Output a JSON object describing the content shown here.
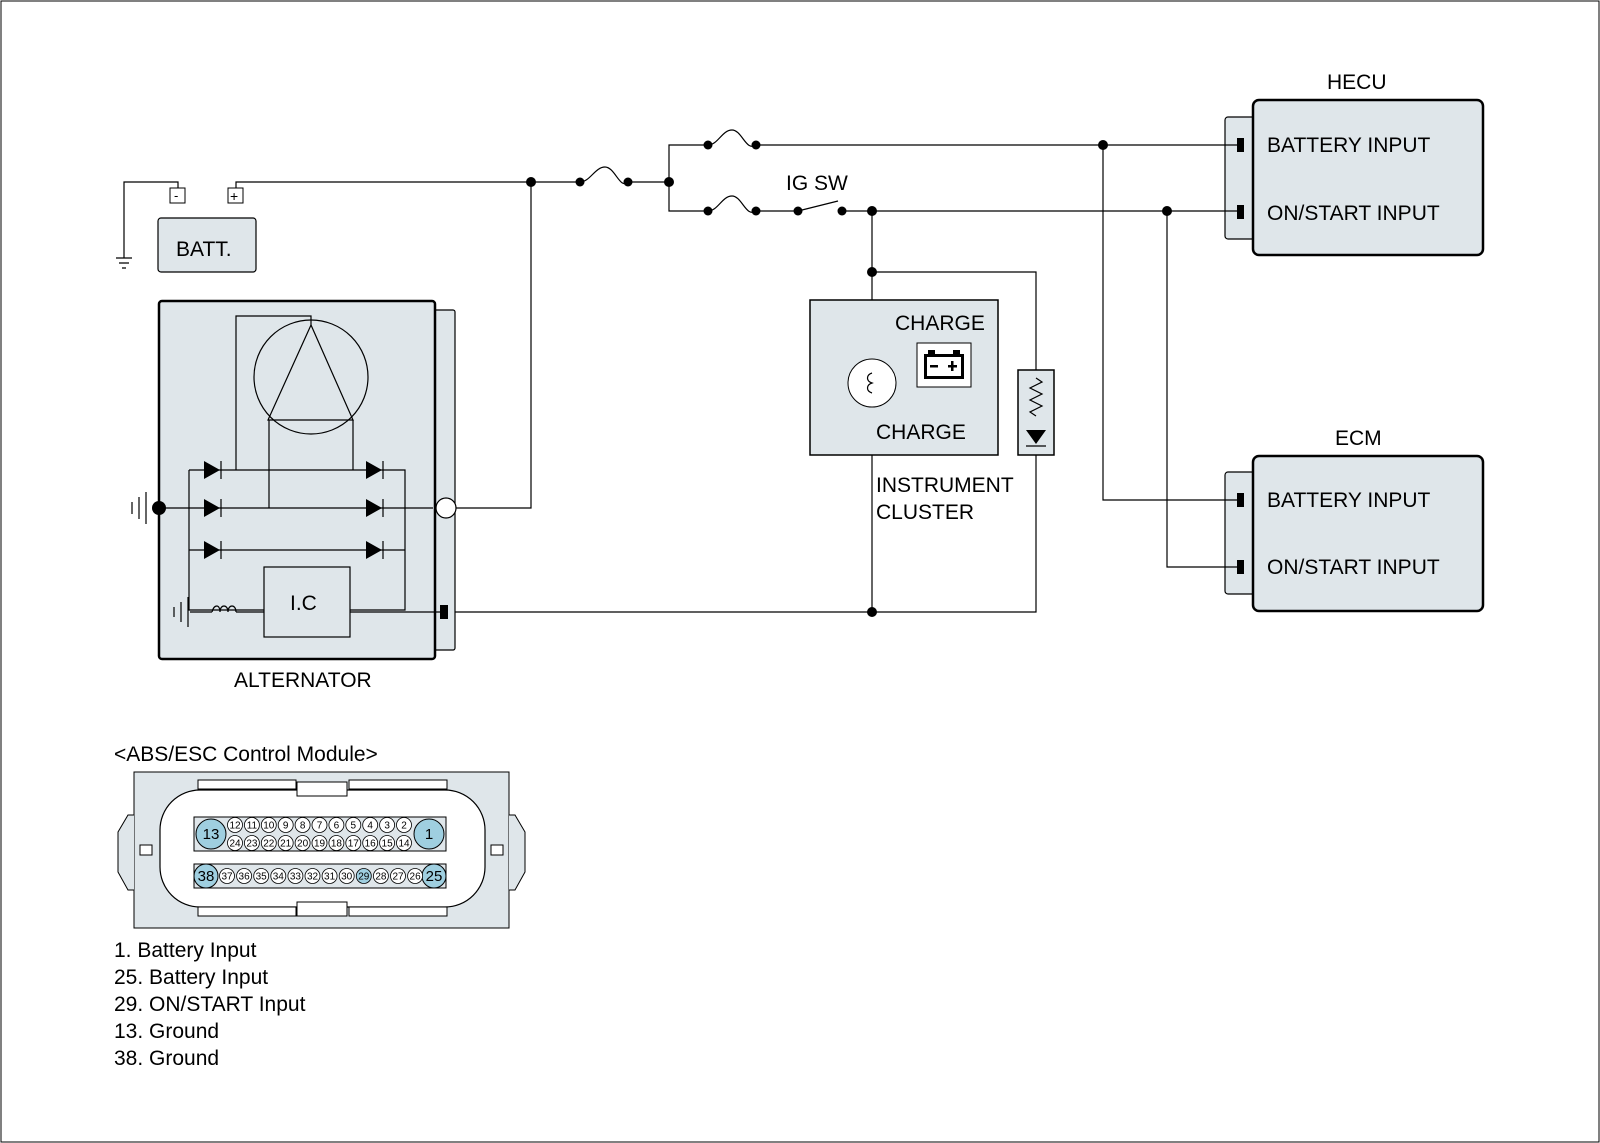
{
  "labels": {
    "hecu": "HECU",
    "ecm": "ECM",
    "battery_input": "BATTERY INPUT",
    "on_start_input": "ON/START INPUT",
    "ig_sw": "IG SW",
    "batt": "BATT.",
    "charge": "CHARGE",
    "instrument": "INSTRUMENT",
    "cluster": "CLUSTER",
    "ic": "I.C",
    "alternator": "ALTERNATOR",
    "minus": "-",
    "plus": "+"
  },
  "connector": {
    "title": "<ABS/ESC Control Module>",
    "pins_top_big": [
      "13",
      "1"
    ],
    "pins_row1": [
      "12",
      "11",
      "10",
      "9",
      "8",
      "7",
      "6",
      "5",
      "4",
      "3",
      "2"
    ],
    "pins_row2": [
      "24",
      "23",
      "22",
      "21",
      "20",
      "19",
      "18",
      "17",
      "16",
      "15",
      "14"
    ],
    "pins_bottom_big": [
      "38",
      "25"
    ],
    "pins_row3": [
      "37",
      "36",
      "35",
      "34",
      "33",
      "32",
      "31",
      "30",
      "29",
      "28",
      "27",
      "26"
    ],
    "highlighted": [
      "1",
      "13",
      "25",
      "29",
      "38"
    ]
  },
  "legend": [
    "1. Battery Input",
    "25. Battery Input",
    "29. ON/START Input",
    "13. Ground",
    "38. Ground"
  ],
  "colors": {
    "module_fill": "#dfe6ea",
    "pin_highlight": "#9fcfe0",
    "line": "#000000"
  }
}
